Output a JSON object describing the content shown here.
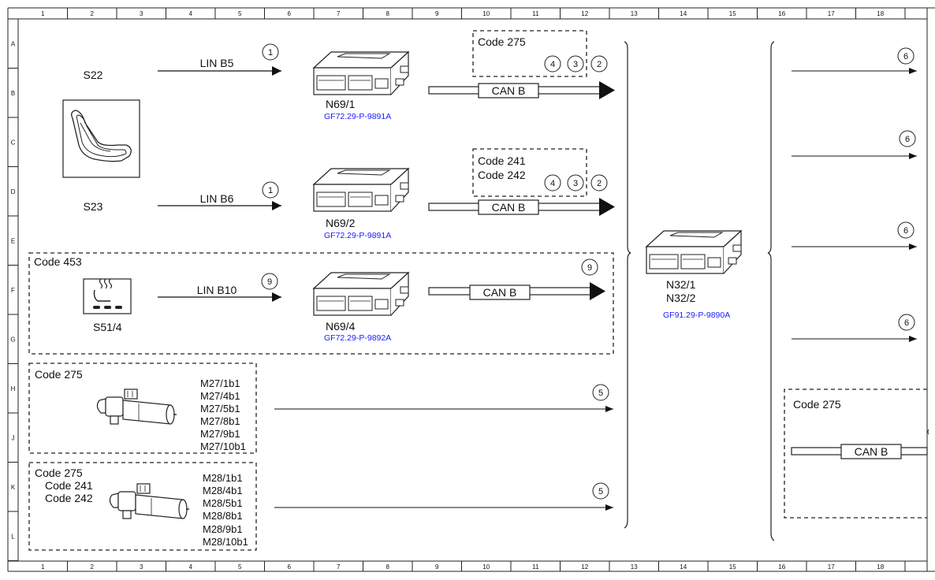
{
  "border": {
    "columns": [
      "1",
      "2",
      "3",
      "4",
      "5",
      "6",
      "7",
      "8",
      "9",
      "10",
      "11",
      "12",
      "13",
      "14",
      "15",
      "16",
      "17",
      "18"
    ],
    "rows": [
      "A",
      "B",
      "C",
      "D",
      "E",
      "F",
      "G",
      "H",
      "J",
      "K",
      "L"
    ]
  },
  "switches": {
    "s22": "S22",
    "s23": "S23",
    "s51_4": "S51/4"
  },
  "buses": {
    "lin_b5": "LIN B5",
    "lin_b6": "LIN B6",
    "lin_b10": "LIN B10",
    "can_b": "CAN B"
  },
  "modules": {
    "n69_1": {
      "name": "N69/1",
      "ref": "GF72.29-P-9891A"
    },
    "n69_2": {
      "name": "N69/2",
      "ref": "GF72.29-P-9891A"
    },
    "n69_4": {
      "name": "N69/4",
      "ref": "GF72.29-P-9892A"
    },
    "n32": {
      "name1": "N32/1",
      "name2": "N32/2",
      "ref": "GF91.29-P-9890A"
    }
  },
  "codes": {
    "c275": "Code 275",
    "c241": "Code 241",
    "c242": "Code 242",
    "c453": "Code 453"
  },
  "markers": {
    "one": "1",
    "two": "2",
    "three": "3",
    "four": "4",
    "five": "5",
    "six": "6",
    "nine": "9"
  },
  "motors_m27": [
    "M27/1b1",
    "M27/4b1",
    "M27/5b1",
    "M27/8b1",
    "M27/9b1",
    "M27/10b1"
  ],
  "motors_m28": [
    "M28/1b1",
    "M28/4b1",
    "M28/5b1",
    "M28/8b1",
    "M28/9b1",
    "M28/10b1"
  ]
}
